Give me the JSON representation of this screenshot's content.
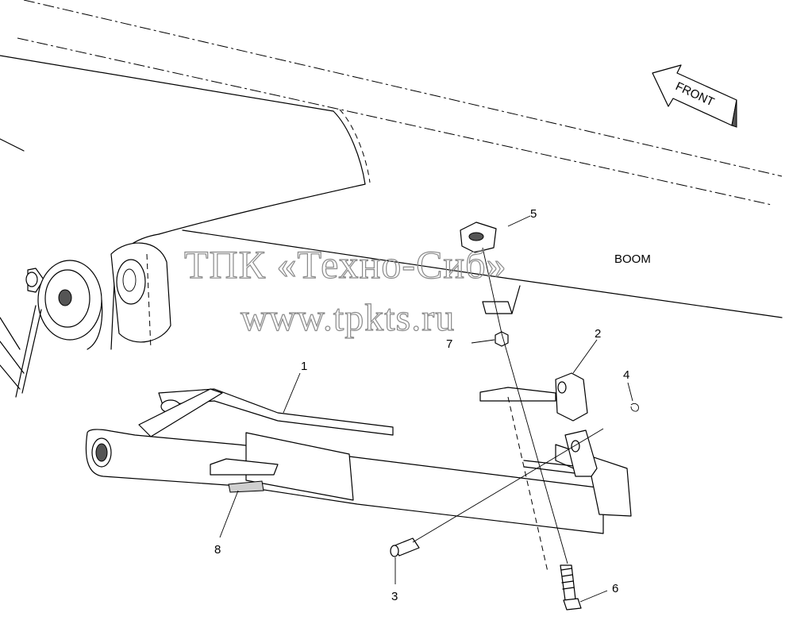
{
  "diagram": {
    "labels": {
      "boom": "BOOM",
      "front": "FRONT"
    },
    "callouts": [
      {
        "id": "part-1",
        "text": "1"
      },
      {
        "id": "part-2",
        "text": "2"
      },
      {
        "id": "part-3",
        "text": "3"
      },
      {
        "id": "part-4",
        "text": "4"
      },
      {
        "id": "part-5",
        "text": "5"
      },
      {
        "id": "part-6",
        "text": "6"
      },
      {
        "id": "part-7",
        "text": "7"
      },
      {
        "id": "part-8",
        "text": "8"
      }
    ]
  },
  "watermark": {
    "line1": "ТПК «Техно-Сиб»",
    "line2": "www.tpkts.ru"
  }
}
